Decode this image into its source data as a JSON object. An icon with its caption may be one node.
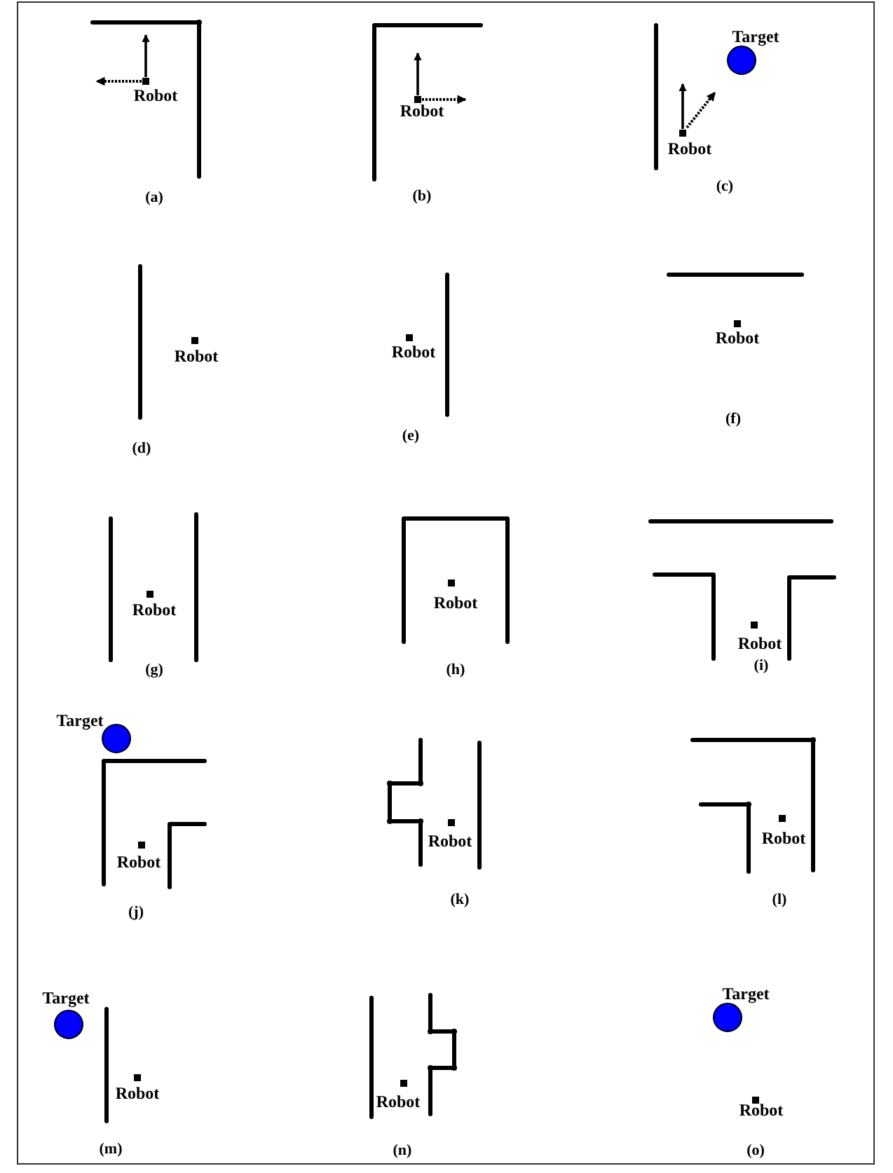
{
  "diagram": {
    "labels": [
      "Robot",
      "(a)",
      "Robot",
      "(b)",
      "Target",
      "Robot",
      "(c)",
      "Robot",
      "(d)",
      "Robot",
      "(e)",
      "Robot",
      "(f)",
      "Robot",
      "(g)",
      "Robot",
      "(h)",
      "Robot",
      "(i)",
      "Target",
      "Robot",
      "(j)",
      "Robot",
      "(k)",
      "Robot",
      "(l)",
      "Target",
      "Robot",
      "(m)",
      "Robot",
      "(n)",
      "Target",
      "Robot",
      "(o)"
    ]
  }
}
